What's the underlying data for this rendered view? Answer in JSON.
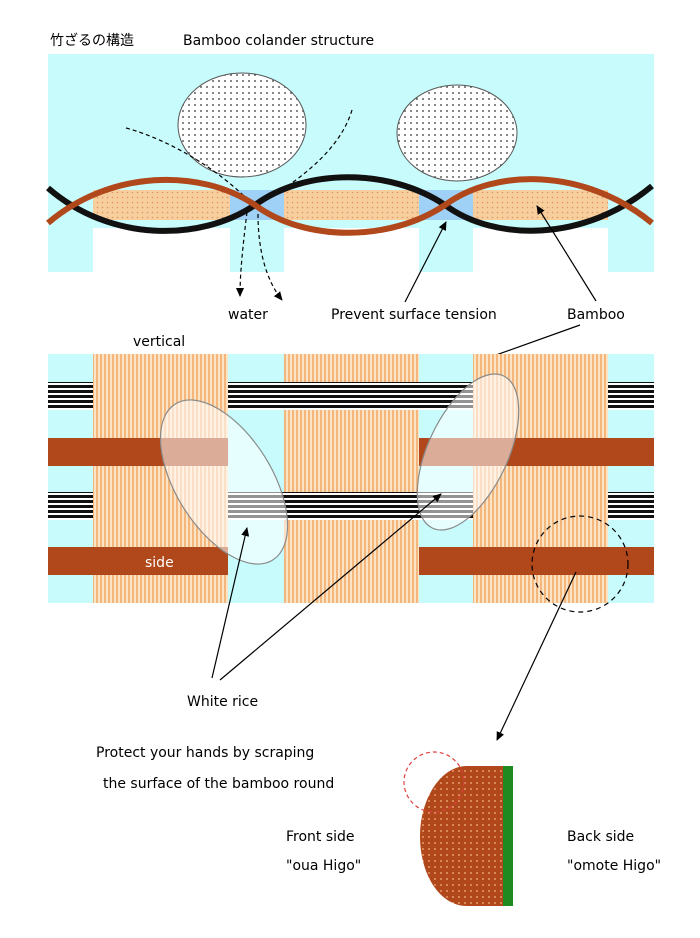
{
  "title": {
    "japanese": "竹ざるの構造",
    "english": "Bamboo colander structure"
  },
  "labels": {
    "water": "water",
    "prevent": "Prevent surface tension",
    "bamboo": "Bamboo",
    "vertical": "vertical",
    "side": "side",
    "white_rice": "White rice",
    "protect_line1": "Protect your hands by scraping",
    "protect_line2": "the surface of the bamboo round",
    "front_side": "Front side",
    "front_name": "\"oua Higo\"",
    "back_side": "Back side",
    "back_name": "\"omote Higo\""
  },
  "colors": {
    "water_bg": "#c8fcfc",
    "bamboo_brown": "#b0481b",
    "bamboo_tan": "#f7cf9f",
    "black_strip": "#111111",
    "skin_green": "#1f8a1f",
    "gap_blue": "#9fd0f5"
  }
}
